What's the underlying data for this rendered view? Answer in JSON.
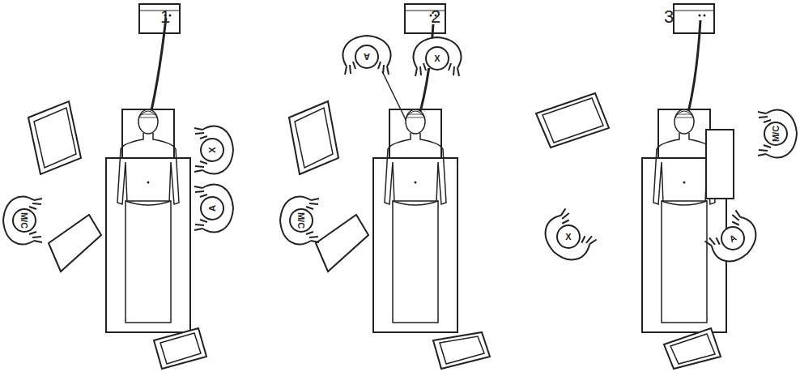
{
  "diagram": {
    "nodes": [
      {
        "text": [
          "X"
        ]
      },
      {
        "text": [
          "A"
        ]
      },
      {
        "text": [
          "M/C"
        ]
      },
      {
        "text": [
          "A"
        ]
      },
      {
        "text": [
          "X"
        ]
      },
      {
        "text": [
          "M/C"
        ]
      },
      {
        "text": [
          "M/C"
        ]
      },
      {
        "text": [
          "X"
        ]
      },
      {
        "text": [
          "A"
        ]
      }
    ],
    "labels": [
      "1",
      "2",
      "3"
    ]
  }
}
